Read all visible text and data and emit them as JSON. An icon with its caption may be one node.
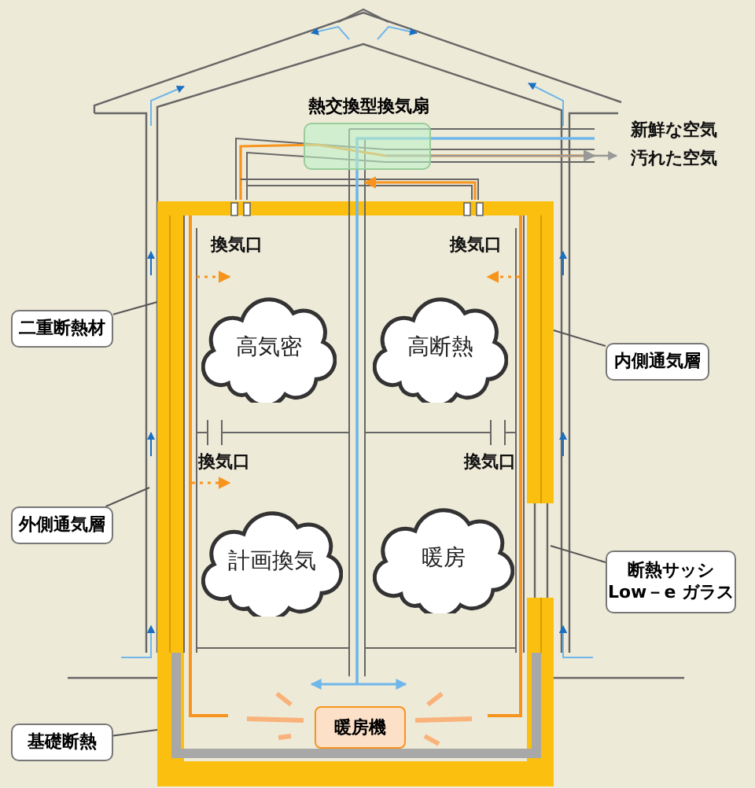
{
  "diagram": {
    "nodes": [
      {
        "text": [
          "熱交換型換気扇"
        ]
      },
      {
        "text": [
          "高気密"
        ]
      },
      {
        "text": [
          "高断熱"
        ]
      },
      {
        "text": [
          "計画換気"
        ]
      },
      {
        "text": [
          "暖房"
        ]
      },
      {
        "text": [
          "暖房機"
        ]
      },
      {
        "text": [
          "二重断熱材"
        ]
      },
      {
        "text": [
          "外側通気層"
        ]
      },
      {
        "text": [
          "基礎断熱"
        ]
      },
      {
        "text": [
          "内側通気層"
        ]
      },
      {
        "text": [
          "断熱サッシ",
          "Low－e ガラス"
        ]
      }
    ],
    "edges": [
      {
        "from": 6,
        "to": null,
        "arrow": "none"
      },
      {
        "from": 7,
        "to": null,
        "arrow": "none"
      },
      {
        "from": 8,
        "to": null,
        "arrow": "none"
      },
      {
        "from": 9,
        "to": null,
        "arrow": "none"
      },
      {
        "from": 10,
        "to": null,
        "arrow": "none"
      }
    ],
    "labels": [
      "新鮮な空気",
      "汚れた空気",
      "換気口",
      "換気口",
      "換気口",
      "換気口"
    ]
  }
}
